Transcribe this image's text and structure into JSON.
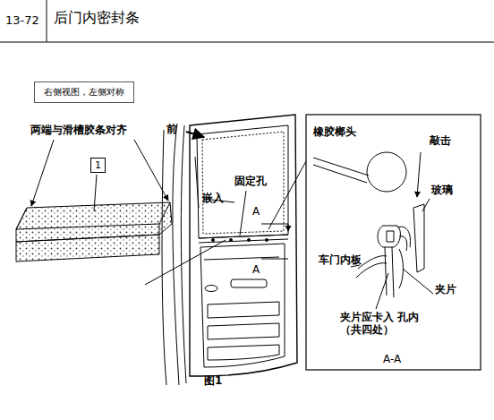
{
  "diagram": {
    "title": "后门内密封条",
    "nodes": [
      {
        "text": [
          "右侧视图，左侧对称"
        ]
      },
      {
        "text": [
          "1"
        ]
      }
    ],
    "labels": [
      "13-72",
      "两端与滑槽胶条对齐",
      "前",
      "嵌入",
      "固定孔",
      "A",
      "A",
      "橡胶榔头",
      "敲击",
      "玻璃",
      "车门内板",
      "夹片",
      "夹片应卡入 孔内（共四处）",
      "A-A",
      "图1"
    ]
  }
}
